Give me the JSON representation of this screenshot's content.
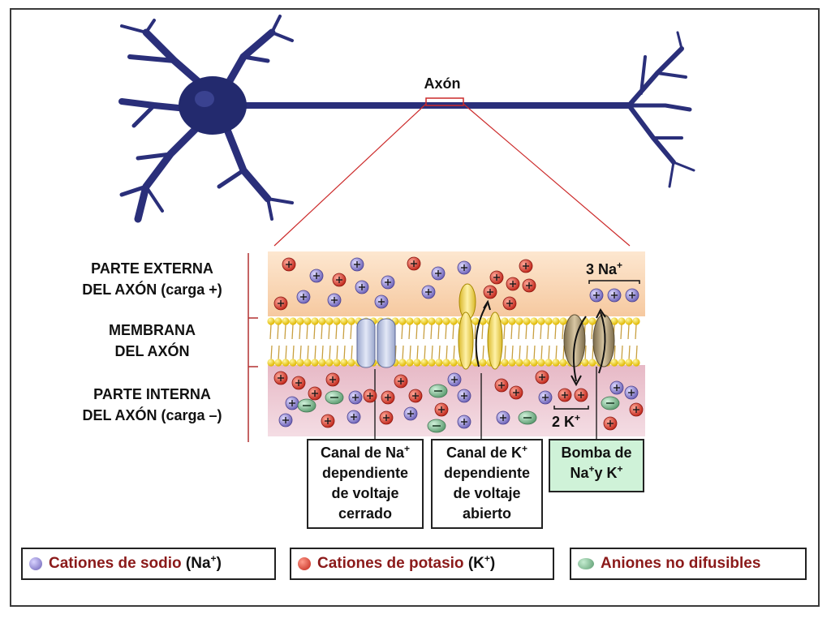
{
  "labels": {
    "axon": "Axón",
    "outer": [
      "PARTE EXTERNA",
      "DEL AXÓN (carga +)"
    ],
    "membrane": [
      "MEMBRANA",
      "DEL AXÓN"
    ],
    "inner": [
      "PARTE INTERNA",
      "DEL AXÓN (carga –)"
    ],
    "na3": "3 Na",
    "k2": "2 K"
  },
  "boxes": {
    "na_channel": {
      "l1": "Canal de Na",
      "l2": "dependiente",
      "l3": "de voltaje",
      "l4": "cerrado"
    },
    "k_channel": {
      "l1": "Canal de K",
      "l2": "dependiente",
      "l3": "de voltaje",
      "l4": "abierto"
    },
    "pump": {
      "l1": "Bomba de",
      "l2a": "Na",
      "l2b": "y K"
    }
  },
  "legend": {
    "sodium": {
      "text": "Cationes de sodio",
      "sym": "(Na",
      "close": ")"
    },
    "potassium": {
      "text": "Cationes de potasio",
      "sym": "(K",
      "close": ")"
    },
    "anions": {
      "text": "Aniones no difusibles"
    }
  },
  "colors": {
    "neuron": "#2a2f7a",
    "sodium": "#6a5fb5",
    "potassium": "#c02418",
    "anion": "#5a9a6e",
    "pump_box": "#cff2d8",
    "legend_text": "#8b1a1a"
  }
}
